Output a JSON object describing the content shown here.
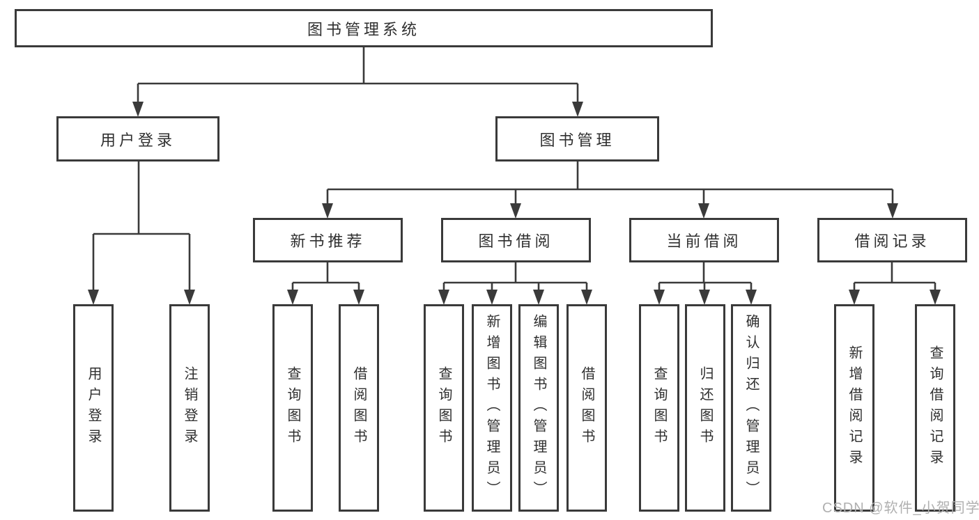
{
  "diagram": {
    "root": {
      "label": "图书管理系统"
    },
    "branches": [
      {
        "label": "用户登录",
        "children": [
          {
            "label": "用户登录"
          },
          {
            "label": "注销登录"
          }
        ]
      },
      {
        "label": "图书管理",
        "children": [
          {
            "label": "新书推荐",
            "children": [
              {
                "label": "查询图书"
              },
              {
                "label": "借阅图书"
              }
            ]
          },
          {
            "label": "图书借阅",
            "children": [
              {
                "label": "查询图书"
              },
              {
                "label": "新增图书（管理员）"
              },
              {
                "label": "编辑图书（管理员）"
              },
              {
                "label": "借阅图书"
              }
            ]
          },
          {
            "label": "当前借阅",
            "children": [
              {
                "label": "查询图书"
              },
              {
                "label": "归还图书"
              },
              {
                "label": "确认归还（管理员）"
              }
            ]
          },
          {
            "label": "借阅记录",
            "children": [
              {
                "label": "新增借阅记录"
              },
              {
                "label": "查询借阅记录"
              }
            ]
          }
        ]
      }
    ]
  },
  "watermark": {
    "text": "CSDN @软件_小贺同学"
  },
  "colors": {
    "line": "#3a3a3a",
    "box_border": "#3a3a3a",
    "text": "#2f2f2f",
    "watermark": "#b0b0b0",
    "background": "#ffffff"
  }
}
